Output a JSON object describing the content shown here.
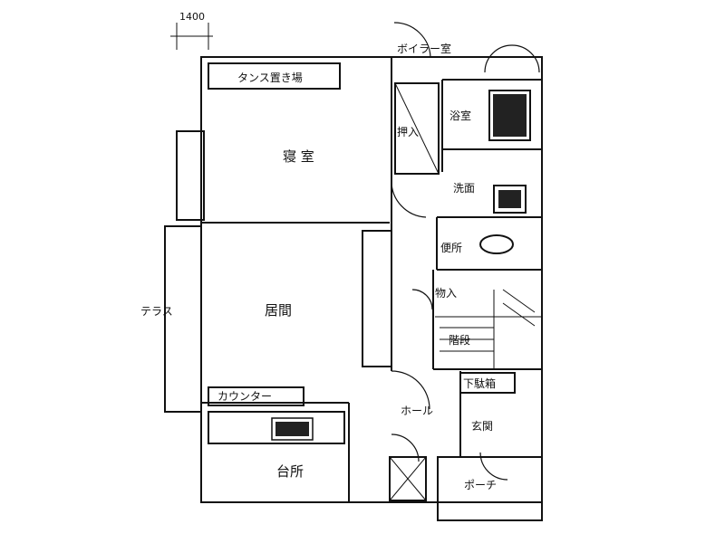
{
  "dimension": {
    "value": "1400"
  },
  "rooms": {
    "washitsu": "寝 室",
    "tansu": "タンス置き場",
    "oshiire": "押入",
    "bathroom": "浴室",
    "boiler": "ボイラー室",
    "senmen": "洗面",
    "toilet": "便所",
    "living": "居間",
    "terrace": "テラス",
    "counter": "カウンター",
    "kitchen": "台所",
    "hall": "ホール",
    "monooki": "物入",
    "stairs": "階段",
    "getabako": "下駄箱",
    "genkan": "玄関",
    "porch": "ポーチ"
  }
}
